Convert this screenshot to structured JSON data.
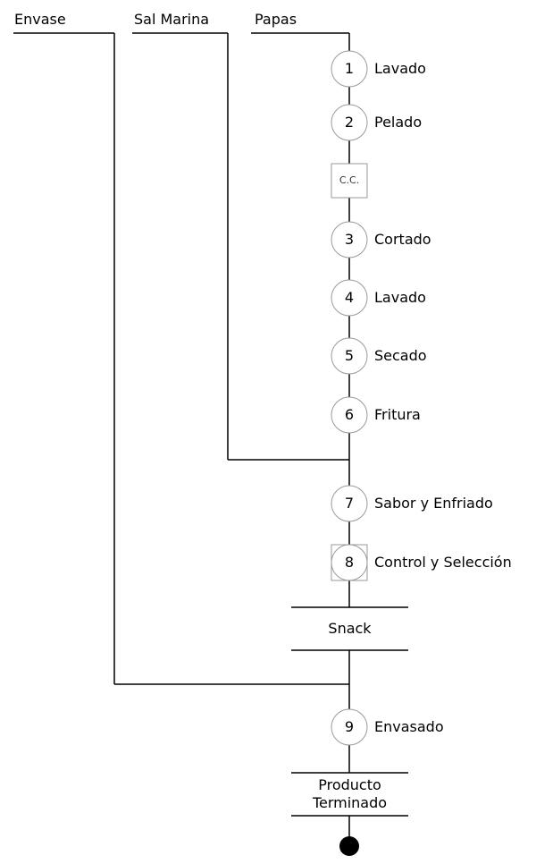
{
  "inputs": {
    "envase": "Envase",
    "sal_marina": "Sal Marina",
    "papas": "Papas"
  },
  "steps": [
    {
      "number": "1",
      "label": "Lavado"
    },
    {
      "number": "2",
      "label": "Pelado"
    },
    {
      "number": "3",
      "label": "Cortado"
    },
    {
      "number": "4",
      "label": "Lavado"
    },
    {
      "number": "5",
      "label": "Secado"
    },
    {
      "number": "6",
      "label": "Fritura"
    },
    {
      "number": "7",
      "label": "Sabor y Enfriado"
    },
    {
      "number": "8",
      "label": "Control y Selección"
    },
    {
      "number": "9",
      "label": "Envasado"
    }
  ],
  "control_point": "C.C.",
  "intermediate": "Snack",
  "final_product": {
    "line1": "Producto",
    "line2": "Terminado"
  },
  "colors": {
    "line": "#000000",
    "circle_stroke": "#9a9a9a",
    "box_stroke": "#9a9a9a",
    "terminal": "#000000"
  }
}
